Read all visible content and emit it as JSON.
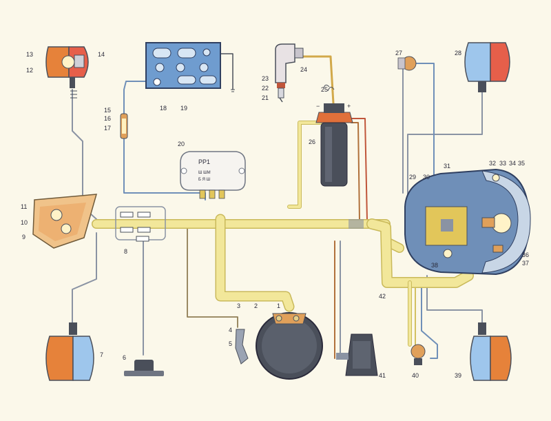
{
  "colors": {
    "paper": "#fbf8ea",
    "harness": "#f2e79a",
    "harness_edge": "#c9b95a",
    "wire_blue": "#6f8fb8",
    "wire_gray": "#8a93a3",
    "wire_brown": "#b0703a",
    "wire_red": "#c0553a",
    "lamp_orange": "#e6823a",
    "lamp_red": "#e65f4a",
    "lamp_blue": "#9ec6ec",
    "battery_blue": "#6f9ccf",
    "metal_dark": "#4a4f5a"
  },
  "labels": {
    "n1": "1",
    "n2": "2",
    "n3": "3",
    "n4": "4",
    "n5": "5",
    "n6": "6",
    "n7": "7",
    "n8": "8",
    "n9": "9",
    "n10": "10",
    "n11": "11",
    "n12": "12",
    "n13": "13",
    "n14": "14",
    "n15": "15",
    "n16": "16",
    "n17": "17",
    "n18": "18",
    "n19": "19",
    "n20": "20",
    "n21": "21",
    "n22": "22",
    "n23": "23",
    "n24": "24",
    "n25": "25",
    "n26": "26",
    "n27": "27",
    "n28": "28",
    "n29": "29",
    "n30": "30",
    "n31": "31",
    "n32": "32",
    "n33": "33",
    "n34": "34",
    "n35": "35",
    "n36": "36",
    "n37": "37",
    "n38": "38",
    "n39": "39",
    "n40": "40",
    "n41": "41",
    "n42": "42"
  },
  "coil": {
    "minus": "−",
    "plus": "+"
  },
  "regulator": {
    "model": "PP1",
    "rows": [
      "Ш   ШМ",
      "Б   Я  Ш"
    ]
  }
}
